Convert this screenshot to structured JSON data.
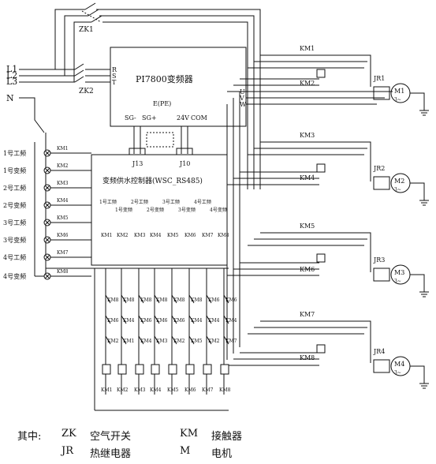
{
  "inverter": {
    "model": "PI7800变频器",
    "input_terminals": [
      "R",
      "S",
      "T"
    ],
    "output_terminals": [
      "U",
      "V",
      "W"
    ],
    "signals": [
      "SG-",
      "SG+",
      "E(PE)",
      "24V",
      "COM"
    ]
  },
  "controller": {
    "name": "变频供水控制器(WSC_RS485)",
    "slot_labels": [
      "1号工频",
      "1号变频",
      "2号工频",
      "2号变频",
      "3号工频",
      "3号变频",
      "4号工频",
      "4号变频"
    ],
    "pins_top": [
      "KM1",
      "KM2",
      "KM3",
      "KM4",
      "KM5",
      "KM6",
      "KM7",
      "KM8"
    ]
  },
  "connectors": [
    "J13",
    "J10"
  ],
  "lines": [
    "L1",
    "L2",
    "L3",
    "N"
  ],
  "breakers": [
    "ZK1",
    "ZK2"
  ],
  "indicators": [
    "1号工频",
    "1号变频",
    "2号工频",
    "2号变频",
    "3号工频",
    "3号变频",
    "4号工频",
    "4号变频"
  ],
  "indicator_contacts": [
    "KM1",
    "KM2",
    "KM3",
    "KM4",
    "KM5",
    "KM6",
    "KM7",
    "KM8"
  ],
  "motor_groups": [
    {
      "line": "KM1",
      "inverter": "KM2",
      "relay": "JR1",
      "motor": "M1"
    },
    {
      "line": "KM3",
      "inverter": "KM4",
      "relay": "JR2",
      "motor": "M2"
    },
    {
      "line": "KM5",
      "inverter": "KM6",
      "relay": "JR3",
      "motor": "M3"
    },
    {
      "line": "KM7",
      "inverter": "KM8",
      "relay": "JR4",
      "motor": "M4"
    }
  ],
  "motor_phase": "3~",
  "interlock_columns": [
    {
      "contacts": [
        "KM8",
        "KM6",
        "KM2"
      ],
      "coil": "KM1"
    },
    {
      "contacts": [
        "KM8",
        "KM4",
        "KM1"
      ],
      "coil": "KM2"
    },
    {
      "contacts": [
        "KM8",
        "KM6",
        "KM4"
      ],
      "coil": "KM3"
    },
    {
      "contacts": [
        "KM8",
        "KM6",
        "KM3"
      ],
      "coil": "KM4"
    },
    {
      "contacts": [
        "KM8",
        "KM6",
        "KM2"
      ],
      "coil": "KM5"
    },
    {
      "contacts": [
        "KM8",
        "KM4",
        "KM5"
      ],
      "coil": "KM6"
    },
    {
      "contacts": [
        "KM6",
        "KM4",
        "KM2"
      ],
      "coil": "KM7"
    },
    {
      "contacts": [
        "KM6",
        "KM4",
        "KM7"
      ],
      "coil": "KM8"
    }
  ],
  "legend": {
    "prefix": "其中:",
    "items": [
      {
        "code": "ZK",
        "desc": "空气开关"
      },
      {
        "code": "KM",
        "desc": "接触器"
      },
      {
        "code": "JR",
        "desc": "热继电器"
      },
      {
        "code": "M",
        "desc": "电机"
      }
    ]
  },
  "colors": {
    "line": "#111111",
    "background": "#ffffff"
  }
}
